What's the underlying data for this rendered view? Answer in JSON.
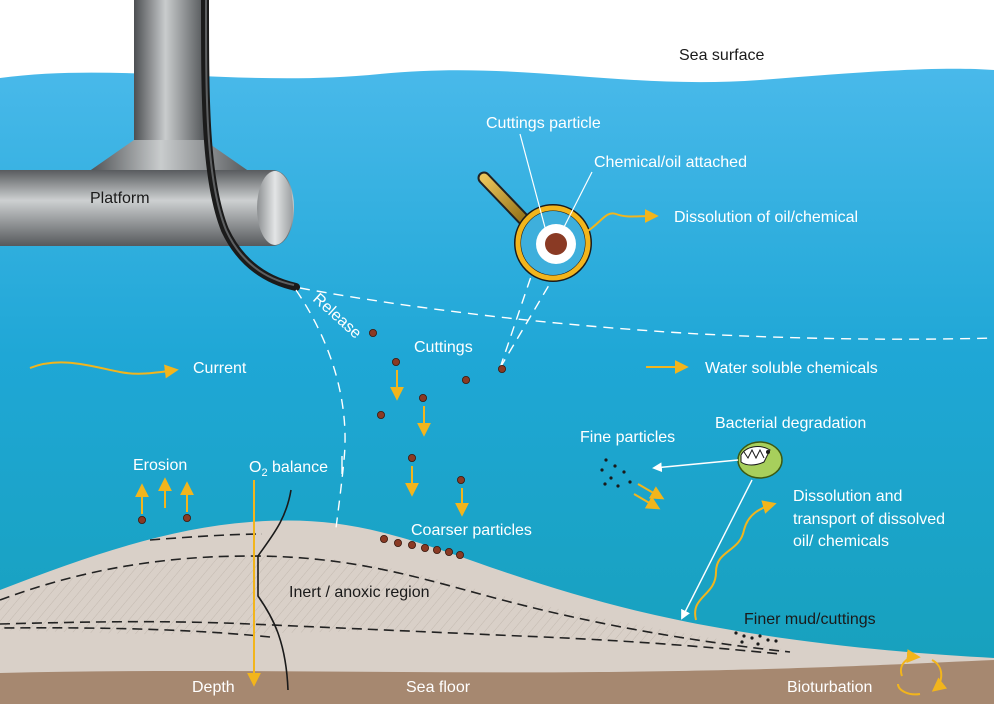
{
  "colors": {
    "sky": "#ffffff",
    "sea_top": "#3fb3e6",
    "sea_bottom": "#14a3bf",
    "sediment": "#d8cfc7",
    "floor": "#a88a72",
    "steel_dark": "#4a4d50",
    "steel_light": "#c3c6c8",
    "arrow": "#f2b51c",
    "particle": "#8a3a24",
    "bacteria": "#a7cf5c"
  },
  "icons": {
    "magnifier": "magnifier-icon",
    "bacteria": "bacteria-icon",
    "bioturbation": "cycle-arrows-icon"
  },
  "labels": {
    "sea_surface": "Sea surface",
    "platform": "Platform",
    "cuttings_particle": "Cuttings particle",
    "chemical_attached": "Chemical/oil attached",
    "dissolution_oil": "Dissolution of oil/chemical",
    "release": "Release",
    "cuttings": "Cuttings",
    "current": "Current",
    "water_soluble": "Water soluble chemicals",
    "bacterial_degradation": "Bacterial degradation",
    "fine_particles": "Fine particles",
    "erosion": "Erosion",
    "o2_prefix": "O",
    "o2_sub": "2",
    "o2_suffix": " balance",
    "dissolution_transport_1": "Dissolution and",
    "dissolution_transport_2": "transport of dissolved",
    "dissolution_transport_3": "oil/ chemicals",
    "coarser_particles": "Coarser particles",
    "inert_region": "Inert / anoxic region",
    "finer_mud": "Finer mud/cuttings",
    "depth": "Depth",
    "sea_floor": "Sea floor",
    "bioturbation": "Bioturbation"
  }
}
